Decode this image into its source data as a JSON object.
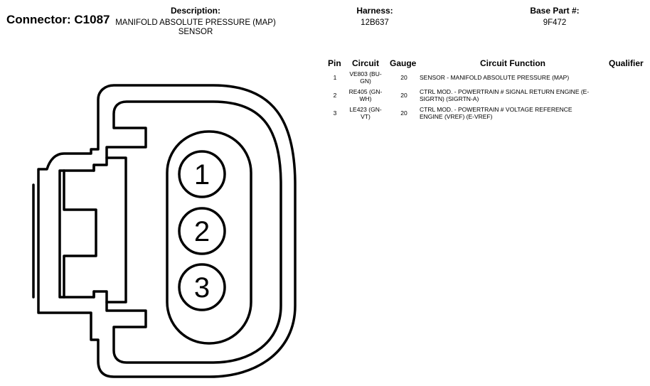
{
  "connector": {
    "label": "Connector: C1087"
  },
  "description": {
    "header": "Description:",
    "line1": "MANIFOLD ABSOLUTE PRESSURE (MAP)",
    "line2": "SENSOR"
  },
  "harness": {
    "header": "Harness:",
    "value": "12B637"
  },
  "base_part": {
    "header": "Base Part #:",
    "value": "9F472"
  },
  "table": {
    "headers": {
      "pin": "Pin",
      "circuit": "Circuit",
      "gauge": "Gauge",
      "function": "Circuit Function",
      "qualifier": "Qualifier"
    },
    "rows": [
      {
        "pin": "1",
        "circuit1": "VE803 (BU-",
        "circuit2": "GN)",
        "gauge": "20",
        "function1": "SENSOR - MANIFOLD ABSOLUTE PRESSURE (MAP)",
        "function2": ""
      },
      {
        "pin": "2",
        "circuit1": "RE405 (GN-",
        "circuit2": "WH)",
        "gauge": "20",
        "function1": "CTRL MOD. - POWERTRAIN # SIGNAL RETURN ENGINE (E-",
        "function2": "SIGRTN) (SIGRTN-A)"
      },
      {
        "pin": "3",
        "circuit1": "LE423 (GN-",
        "circuit2": "VT)",
        "gauge": "20",
        "function1": "CTRL MOD. - POWERTRAIN # VOLTAGE REFERENCE",
        "function2": "ENGINE (VREF) (E-VREF)"
      }
    ]
  },
  "diagram": {
    "pins": [
      "1",
      "2",
      "3"
    ]
  }
}
